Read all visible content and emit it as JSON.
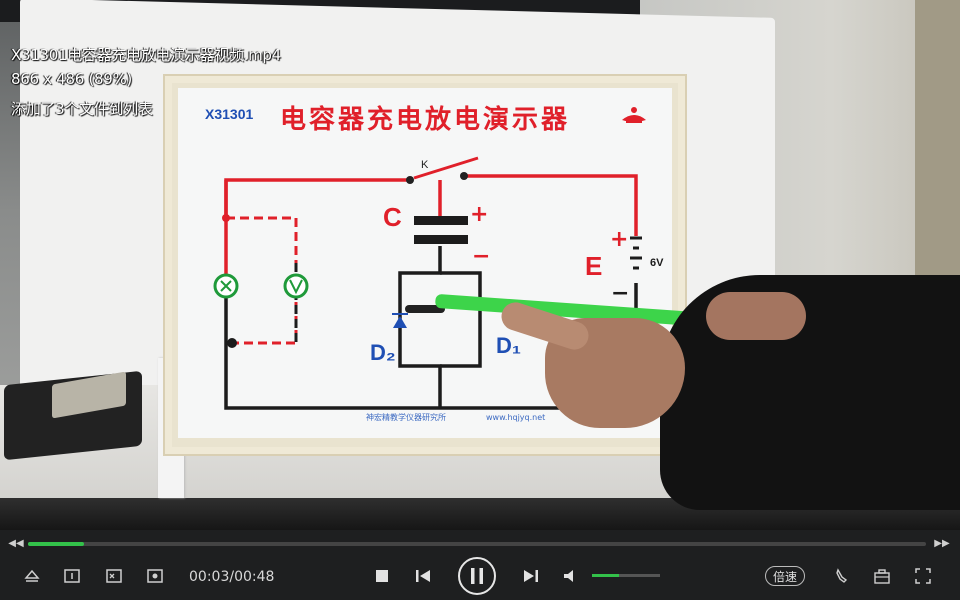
{
  "overlay": {
    "filename": "X31301电容器充电放电演示器视频.mp4",
    "resolution": "866 x 486 (89%)",
    "message": "添加了3个文件到列表"
  },
  "board": {
    "model": "X31301",
    "title": "电容器充电放电演示器",
    "label_k": "K",
    "label_c": "C",
    "label_e": "E",
    "label_plus_c": "+",
    "label_minus_c": "−",
    "label_plus_e": "+",
    "label_minus_e": "−",
    "battery_voltage": "6V",
    "label_d2": "D₂",
    "label_d1": "D₁",
    "footer_org": "神宏精教学仪器研究所",
    "footer_url": "www.hqjyq.net",
    "colors": {
      "wire_red": "#e0202a",
      "wire_black": "#1c1c1c",
      "title_red": "#e0202a",
      "model_blue": "#1f4fb4",
      "meter_green": "#1f9a3a"
    }
  },
  "player": {
    "time": "00:03/00:48",
    "speed_label": "倍速",
    "progress": 0.0625,
    "volume": 0.4,
    "accent_color": "#33c14a",
    "icons": {
      "seek_back": "skip-back-icon",
      "seek_forward": "skip-forward-icon",
      "eject": "eject-icon",
      "subtitle": "subtitle-icon",
      "screenshot": "screenshot-icon",
      "record": "record-icon",
      "stop": "stop-icon",
      "prev": "previous-icon",
      "pause": "pause-icon",
      "next": "next-icon",
      "volume": "volume-icon",
      "clean": "clean-icon",
      "toolbox": "toolbox-icon",
      "fullscreen": "fullscreen-icon"
    }
  }
}
